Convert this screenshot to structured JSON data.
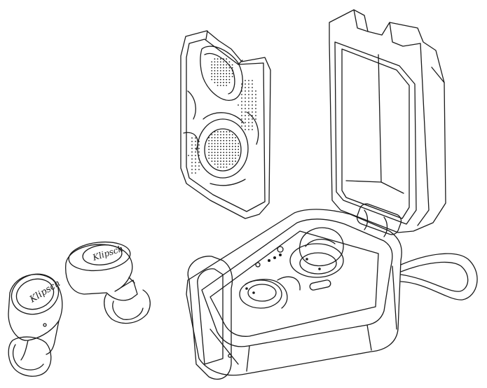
{
  "diagram": {
    "brand_logo_text": "Klipsch",
    "components": [
      {
        "id": "magnetic-faceplate"
      },
      {
        "id": "charging-case-open"
      },
      {
        "id": "earbud-left"
      },
      {
        "id": "earbud-right"
      },
      {
        "id": "charging-cable"
      }
    ],
    "colors": {
      "line": "#1a1a1a",
      "background": "#ffffff"
    }
  }
}
